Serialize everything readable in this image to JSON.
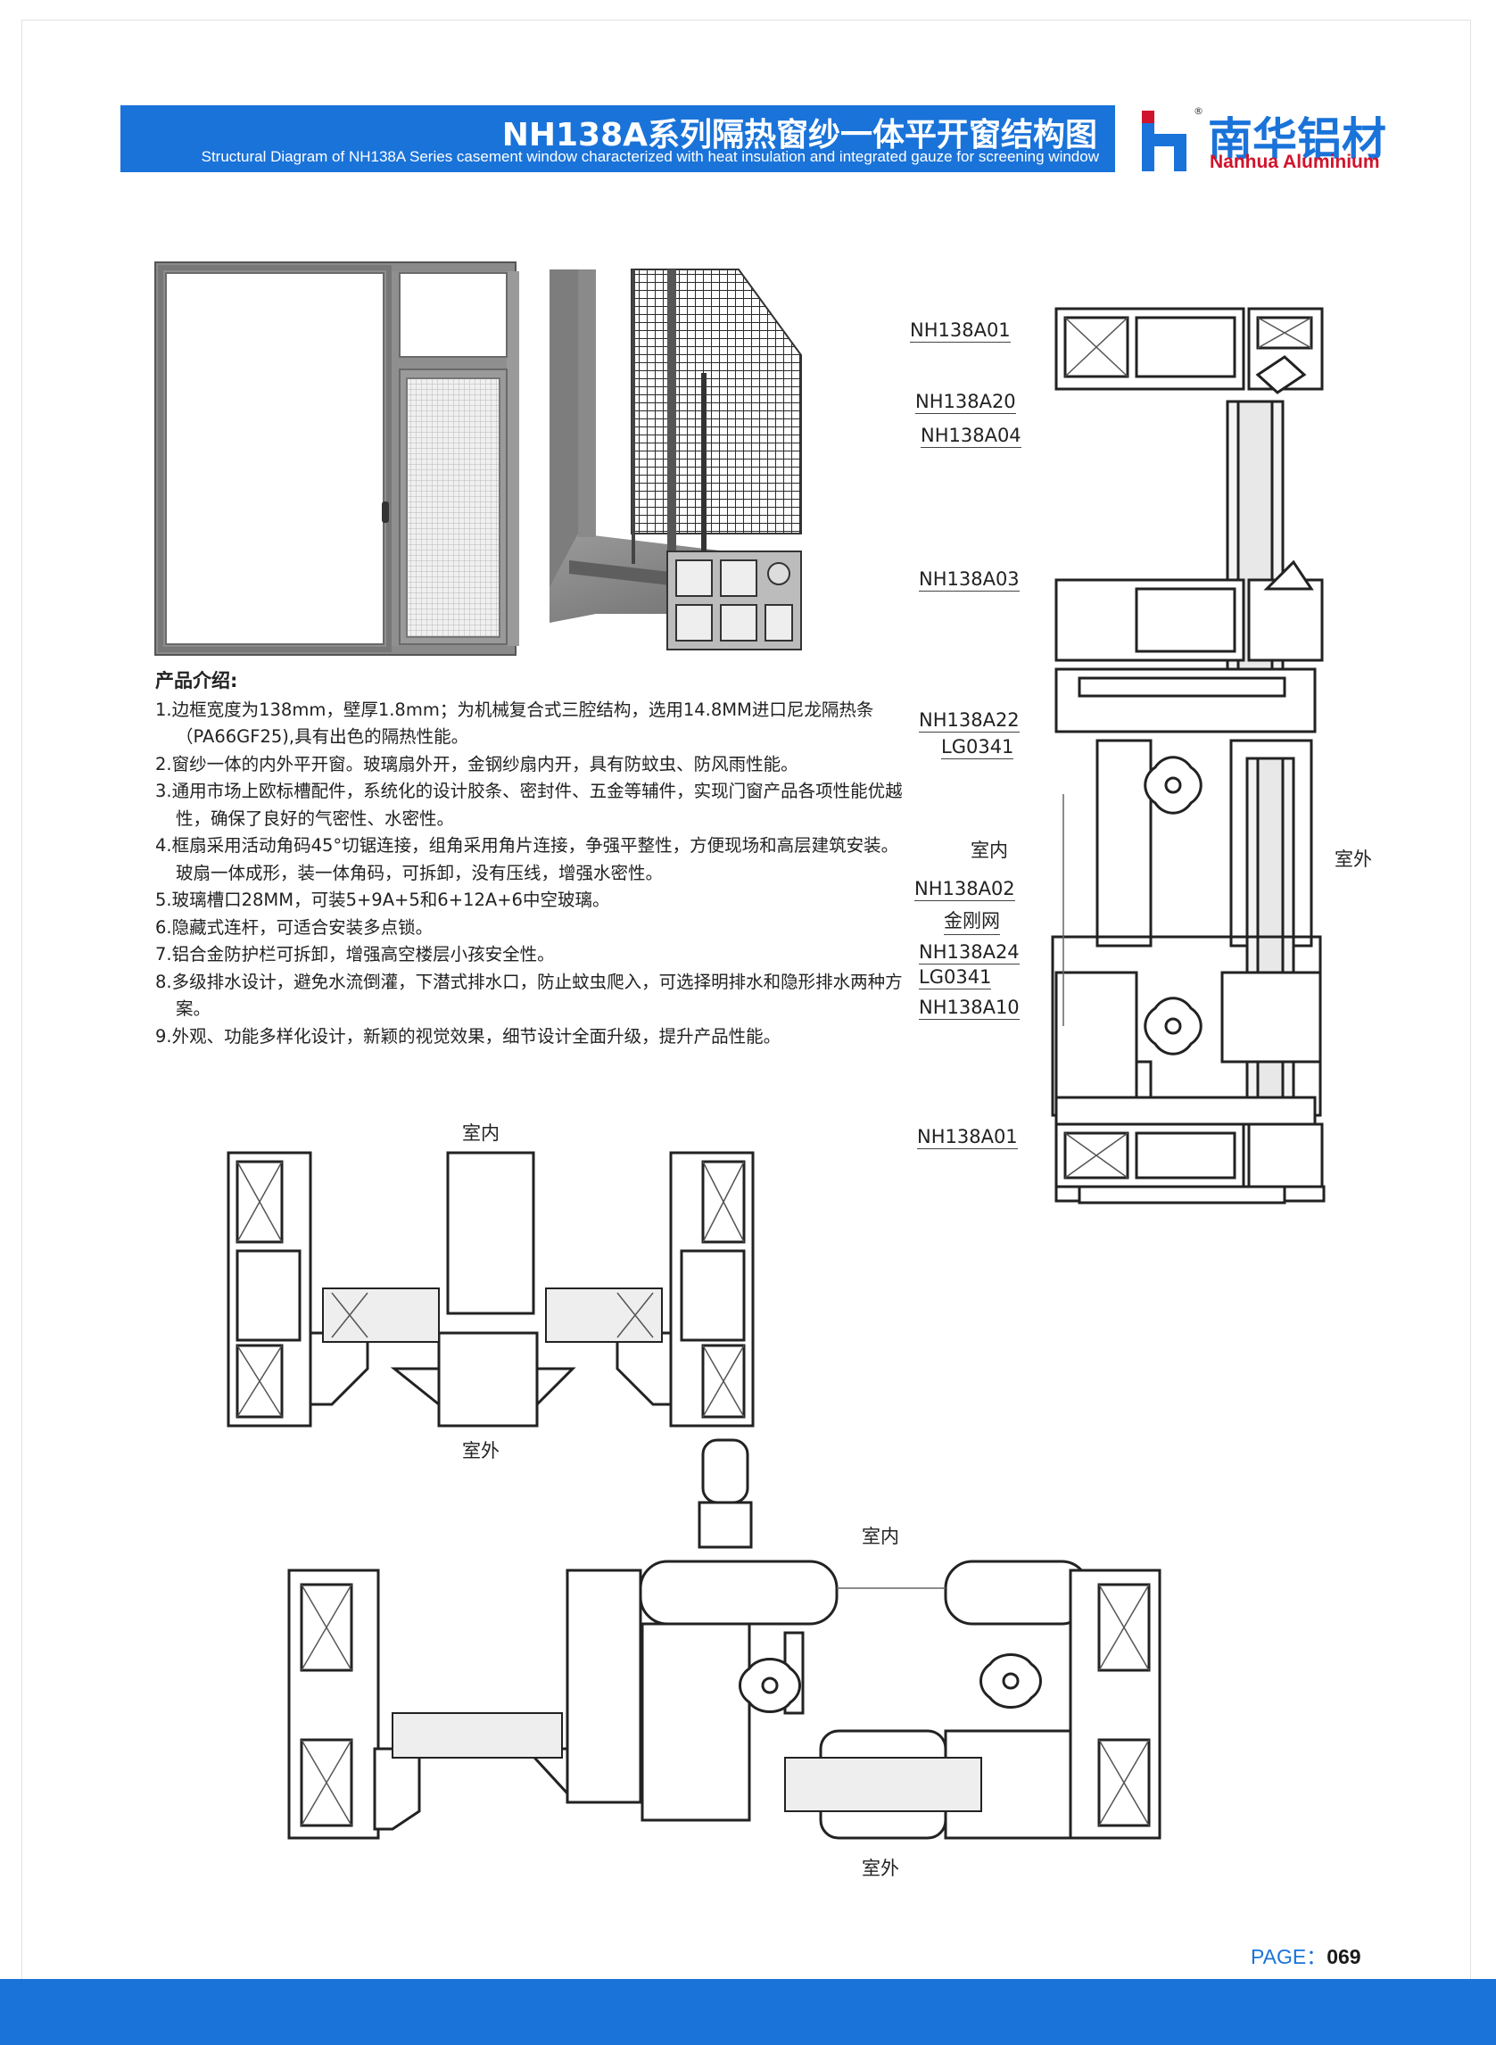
{
  "header": {
    "title": "NH138A系列隔热窗纱一体平开窗结构图",
    "subtitle": "Structural Diagram of NH138A Series casement window characterized with heat insulation and integrated gauze for screening window"
  },
  "brand": {
    "name_cn": "南华铝材",
    "name_en": "Nanhua Aluminium",
    "registered": "®",
    "primary_color": "#1a73d9",
    "accent_color": "#d0142c"
  },
  "intro": {
    "title": "产品介绍:",
    "items": [
      "1.边框宽度为138mm，壁厚1.8mm；为机械复合式三腔结构，选用14.8MM进口尼龙隔热条（PA66GF25),具有出色的隔热性能。",
      "2.窗纱一体的内外平开窗。玻璃扇外开，金钢纱扇内开，具有防蚊虫、防风雨性能。",
      "3.通用市场上欧标槽配件，系统化的设计胶条、密封件、五金等辅件，实现门窗产品各项性能优越性，确保了良好的气密性、水密性。",
      "4.框扇采用活动角码45°切锯连接，组角采用角片连接，争强平整性，方便现场和高层建筑安装。玻扇一体成形，装一体角码，可拆卸，没有压线，增强水密性。",
      "5.玻璃槽口28MM，可装5+9A+5和6+12A+6中空玻璃。",
      "6.隐藏式连杆，可适合安装多点锁。",
      "7.铝合金防护栏可拆卸，增强高空楼层小孩安全性。",
      "8.多级排水设计，避免水流倒灌，下潜式排水口，防止蚊虫爬入，可选择明排水和隐形排水两种方案。",
      "9.外观、功能多样化设计，新颖的视觉效果，细节设计全面升级，提升产品性能。"
    ]
  },
  "side_labels": {
    "parts": [
      "NH138A01",
      "NH138A20",
      "NH138A04",
      "NH138A03",
      "NH138A22",
      "LG0341",
      "NH138A02",
      "金刚网",
      "NH138A24",
      "LG0341",
      "NH138A10",
      "NH138A01"
    ],
    "indoor": "室内",
    "outdoor": "室外"
  },
  "diagram2": {
    "indoor": "室内",
    "outdoor": "室外"
  },
  "diagram3": {
    "indoor": "室内",
    "outdoor": "室外"
  },
  "page": {
    "label": "PAGE：",
    "number": "069"
  }
}
